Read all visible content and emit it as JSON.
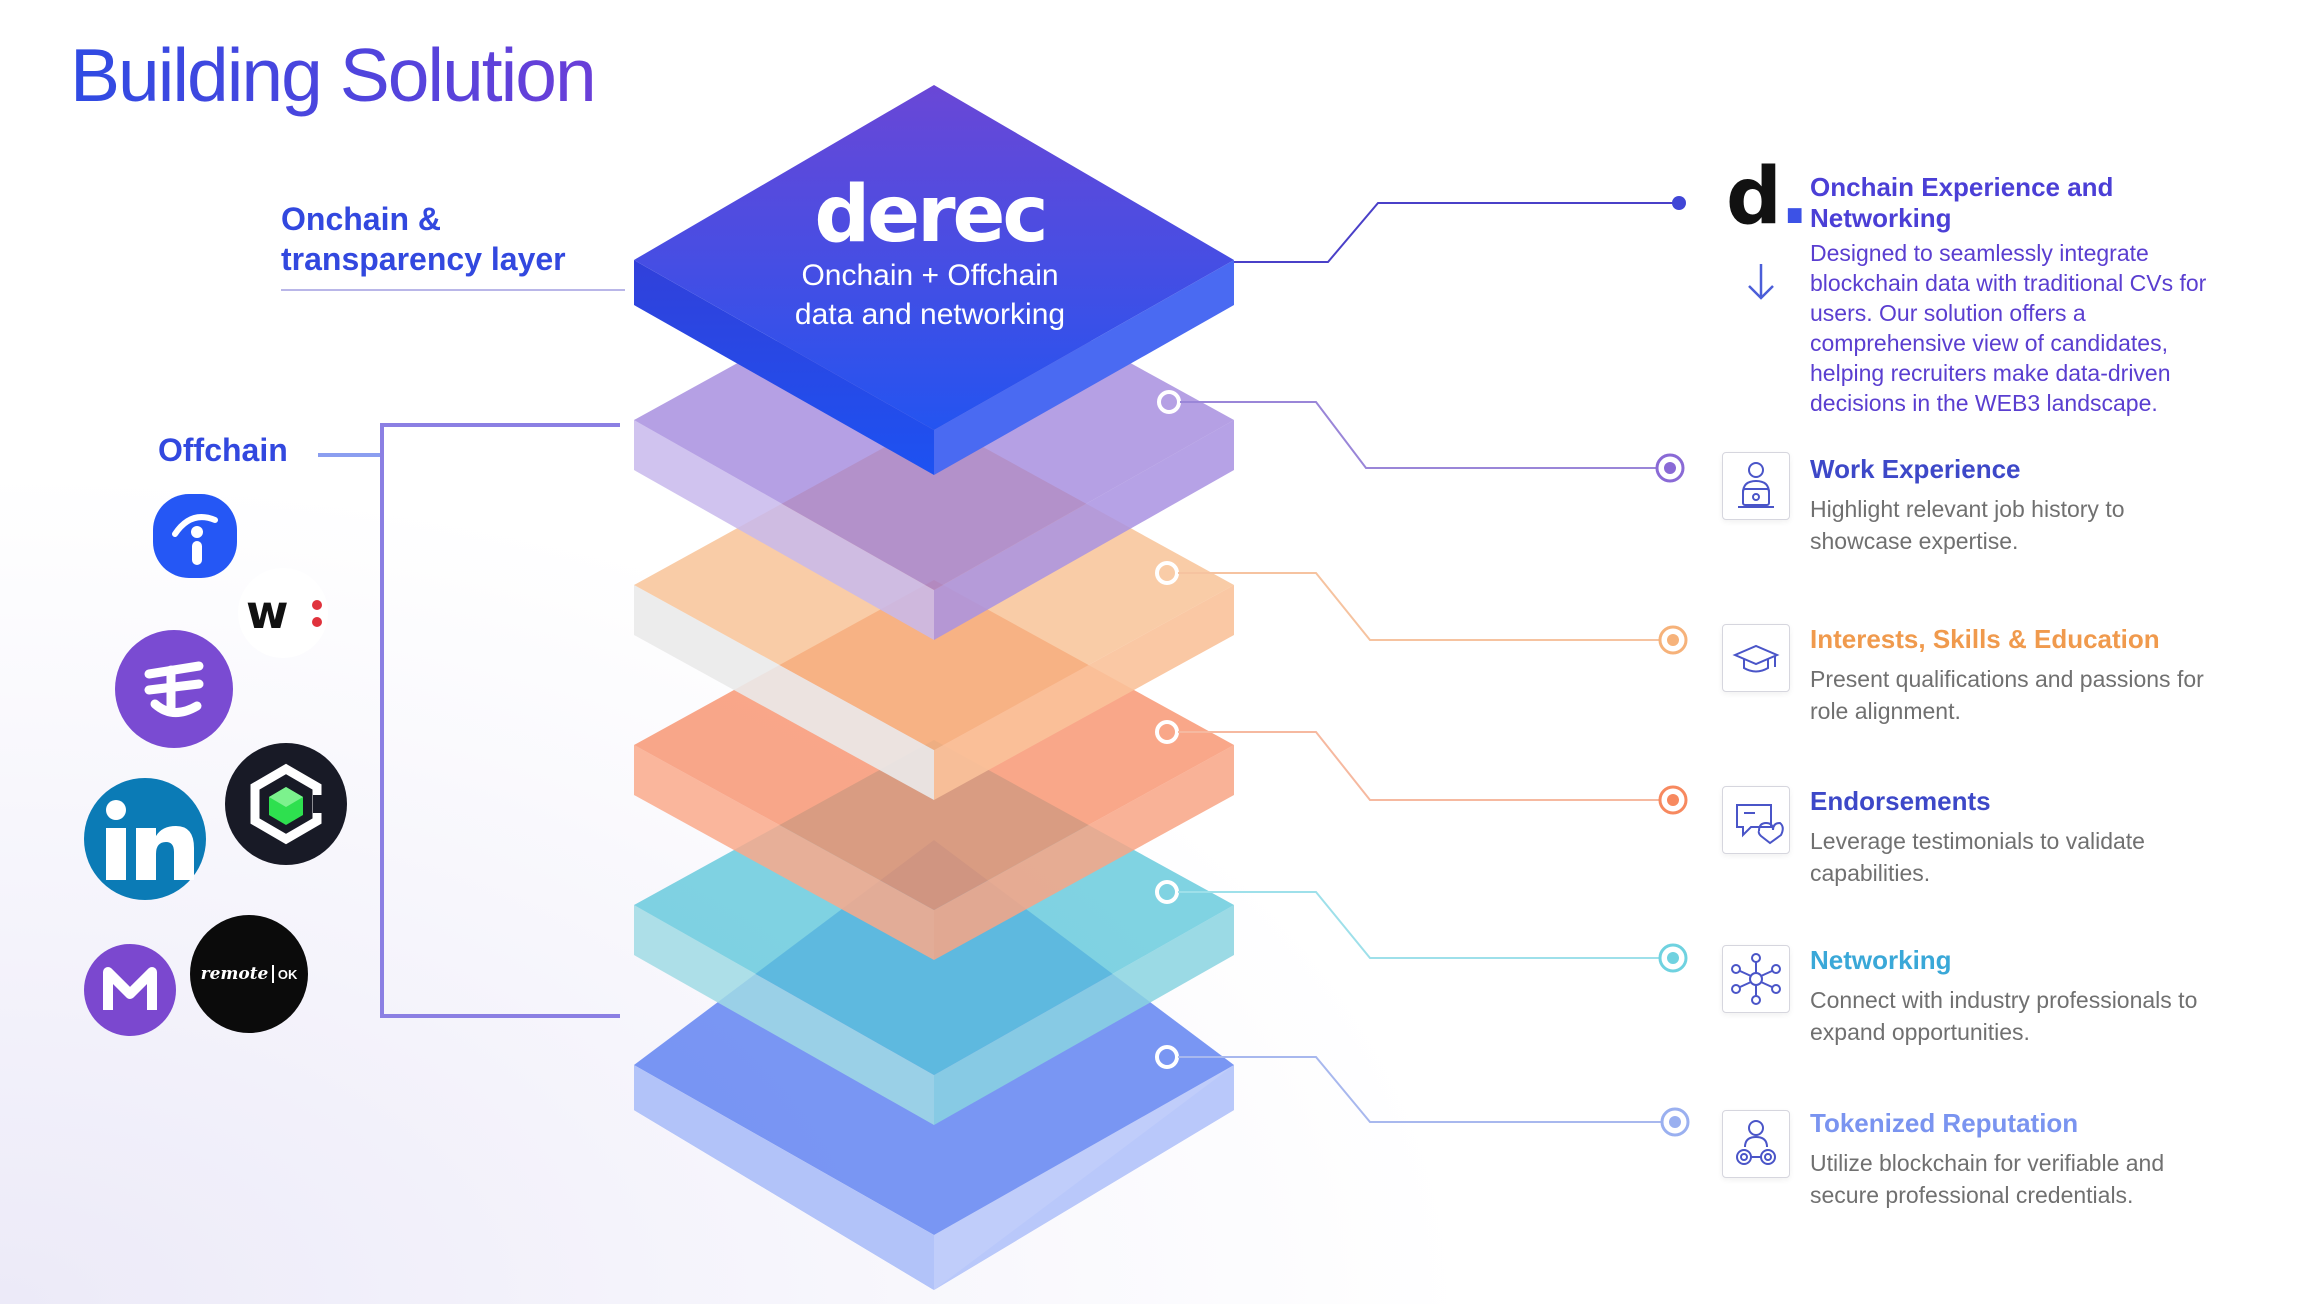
{
  "title": "Building Solution",
  "left": {
    "onchain_label_line1": "Onchain &",
    "onchain_label_line2": "transparency layer",
    "offchain_label": "Offchain",
    "offchain_logos": [
      "indeed-logo",
      "wellfound-logo",
      "ethereum-jobs-logo",
      "linkedin-logo",
      "cryptojobs-logo",
      "m-logo",
      "remote-ok-logo"
    ],
    "remote_ok_text": "remote",
    "remote_ok_suffix": "OK"
  },
  "center": {
    "brand": "derec",
    "subtitle_line1": "Onchain + Offchain",
    "subtitle_line2": "data and networking"
  },
  "features": [
    {
      "title": "Onchain Experience and Networking",
      "desc": "Designed to seamlessly integrate blockchain data with traditional CVs for users. Our solution offers a comprehensive view of candidates, helping recruiters make data-driven decisions in the WEB3 landscape.",
      "color": "#4b3fd6",
      "icon": "derec-d-logo"
    },
    {
      "title": "Work Experience",
      "desc": "Highlight relevant job history to showcase expertise.",
      "color": "#3d48c8",
      "icon": "worker-laptop-icon"
    },
    {
      "title": "Interests, Skills & Education",
      "desc": "Present qualifications and passions for role alignment.",
      "color": "#f09a4d",
      "icon": "graduation-cap-icon"
    },
    {
      "title": "Endorsements",
      "desc": "Leverage testimonials to validate capabilities.",
      "color": "#3d48c8",
      "icon": "endorsement-heart-icon"
    },
    {
      "title": "Networking",
      "desc": "Connect with industry professionals to expand opportunities.",
      "color": "#3aa8d8",
      "icon": "network-nodes-icon"
    },
    {
      "title": "Tokenized Reputation",
      "desc": "Utilize blockchain for verifiable and secure professional credentials.",
      "color": "#7a94f0",
      "icon": "token-reputation-icon"
    }
  ],
  "colors": {
    "purple": "#8a6ad6",
    "orange_light": "#f6b27a",
    "orange": "#f7894f",
    "teal": "#52c6d6",
    "blue": "#5b7cf3",
    "top": "#3d4be0"
  }
}
